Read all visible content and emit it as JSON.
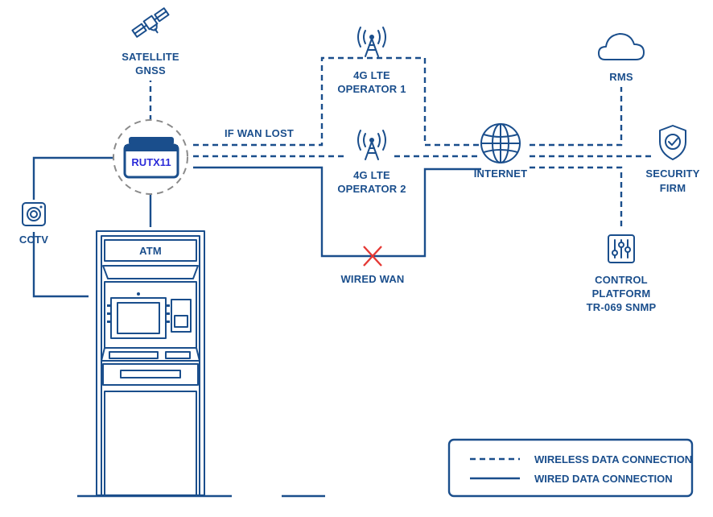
{
  "nodes": {
    "satellite": {
      "line1": "SATELLITE",
      "line2": "GNSS"
    },
    "router": {
      "label": "RUTX11"
    },
    "cctv": {
      "label": "CCTV"
    },
    "atm": {
      "label": "ATM"
    },
    "lte1": {
      "line1": "4G LTE",
      "line2": "OPERATOR 1"
    },
    "lte2": {
      "line1": "4G LTE",
      "line2": "OPERATOR 2"
    },
    "failover": {
      "label": "IF WAN LOST"
    },
    "wired_wan": {
      "label": "WIRED WAN"
    },
    "internet": {
      "label": "INTERNET"
    },
    "rms": {
      "label": "RMS"
    },
    "security": {
      "line1": "SECURITY",
      "line2": "FIRM"
    },
    "control": {
      "line1": "CONTROL",
      "line2": "PLATFORM",
      "line3": "TR-069 SNMP"
    }
  },
  "legend": {
    "wireless": "WIRELESS DATA CONNECTION",
    "wired": "WIRED DATA CONNECTION"
  },
  "colors": {
    "primary": "#1a4e8c",
    "router_label": "#2b2bd9",
    "failure_mark": "#e53935",
    "dashed_circle": "#8a8a8a"
  }
}
